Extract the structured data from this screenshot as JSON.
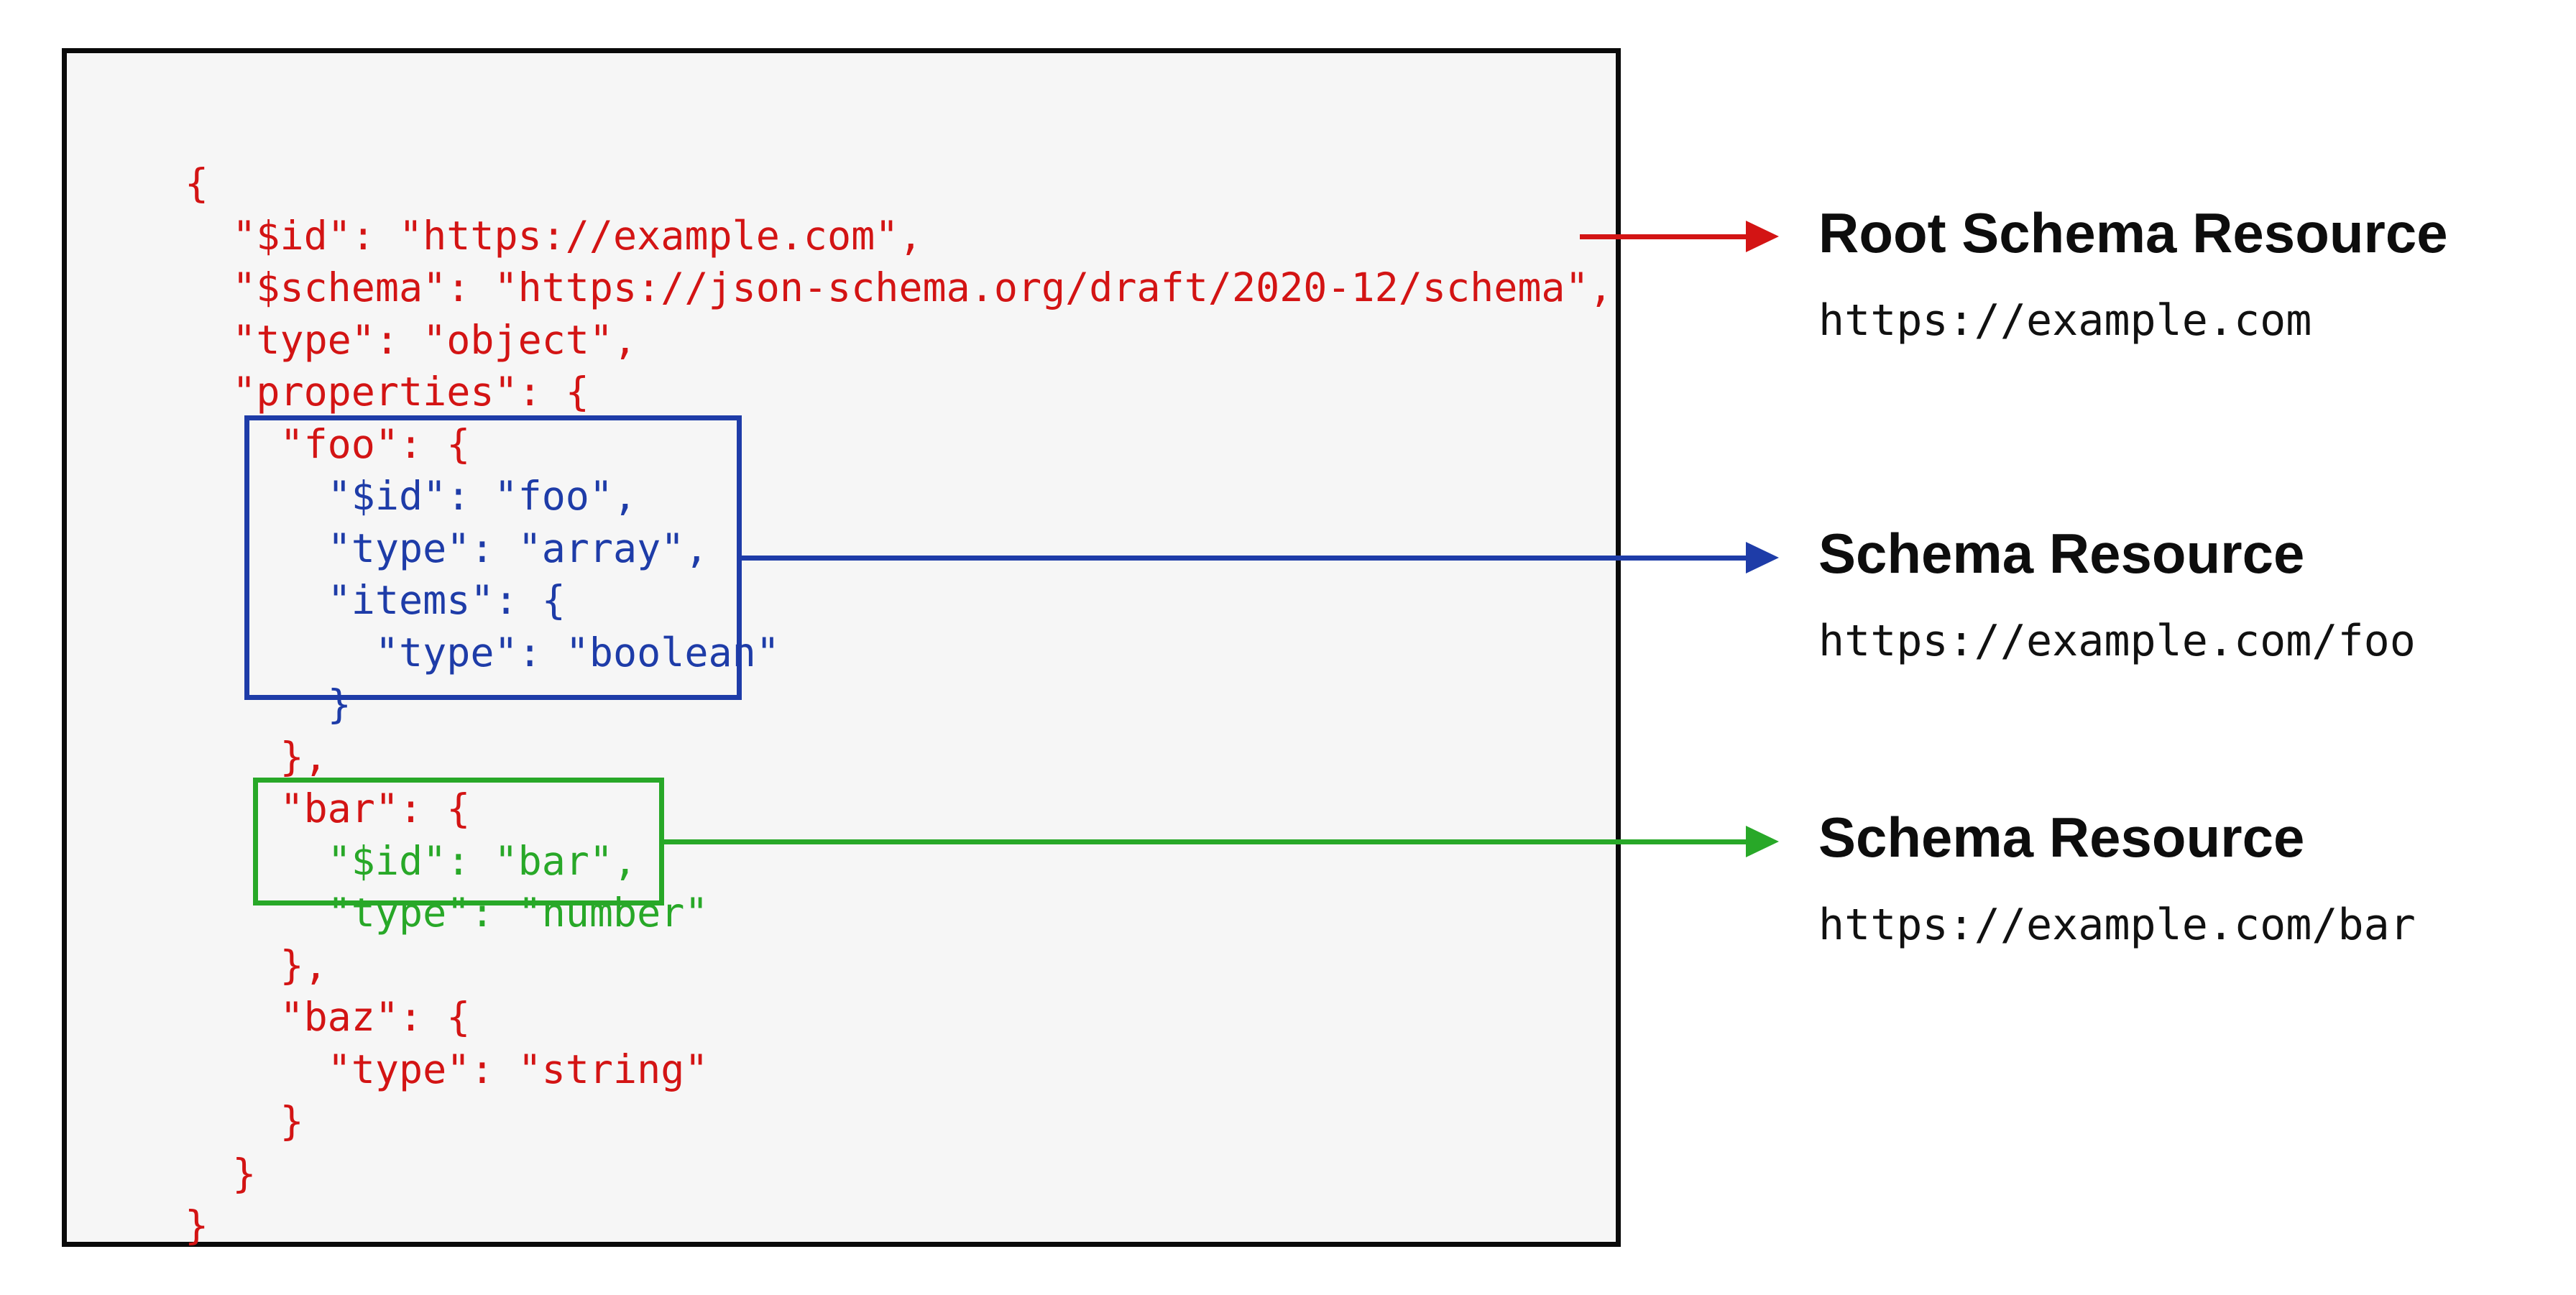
{
  "diagram": {
    "code_panel": {
      "language": "json",
      "lines": [
        {
          "text": "{",
          "color": "red"
        },
        {
          "text": "  \"$id\": \"https://example.com\",",
          "color": "red"
        },
        {
          "text": "  \"$schema\": \"https://json-schema.org/draft/2020-12/schema\",",
          "color": "red"
        },
        {
          "text": "  \"type\": \"object\",",
          "color": "red"
        },
        {
          "text": "  \"properties\": {",
          "color": "red"
        },
        {
          "text": "    \"foo\": {",
          "color": "red"
        },
        {
          "text": "      \"$id\": \"foo\",",
          "color": "blue"
        },
        {
          "text": "      \"type\": \"array\",",
          "color": "blue"
        },
        {
          "text": "      \"items\": {",
          "color": "blue"
        },
        {
          "text": "        \"type\": \"boolean\"",
          "color": "blue"
        },
        {
          "text": "      }",
          "color": "blue"
        },
        {
          "text": "    },",
          "color": "red"
        },
        {
          "text": "    \"bar\": {",
          "color": "red"
        },
        {
          "text": "      \"$id\": \"bar\",",
          "color": "green"
        },
        {
          "text": "      \"type\": \"number\"",
          "color": "green"
        },
        {
          "text": "    },",
          "color": "red"
        },
        {
          "text": "    \"baz\": {",
          "color": "red"
        },
        {
          "text": "      \"type\": \"string\"",
          "color": "red"
        },
        {
          "text": "    }",
          "color": "red"
        },
        {
          "text": "  }",
          "color": "red"
        },
        {
          "text": "}",
          "color": "red"
        }
      ]
    },
    "labels": [
      {
        "title": "Root Schema Resource",
        "url": "https://example.com",
        "arrow_color": "red"
      },
      {
        "title": "Schema Resource",
        "url": "https://example.com/foo",
        "arrow_color": "blue"
      },
      {
        "title": "Schema Resource",
        "url": "https://example.com/bar",
        "arrow_color": "green"
      }
    ],
    "colors": {
      "red": "#d31414",
      "blue": "#1e3ca8",
      "green": "#28a828",
      "panel_background": "#f6f6f6",
      "panel_border": "#0a0a0a",
      "label_text": "#0d0d0d"
    }
  }
}
